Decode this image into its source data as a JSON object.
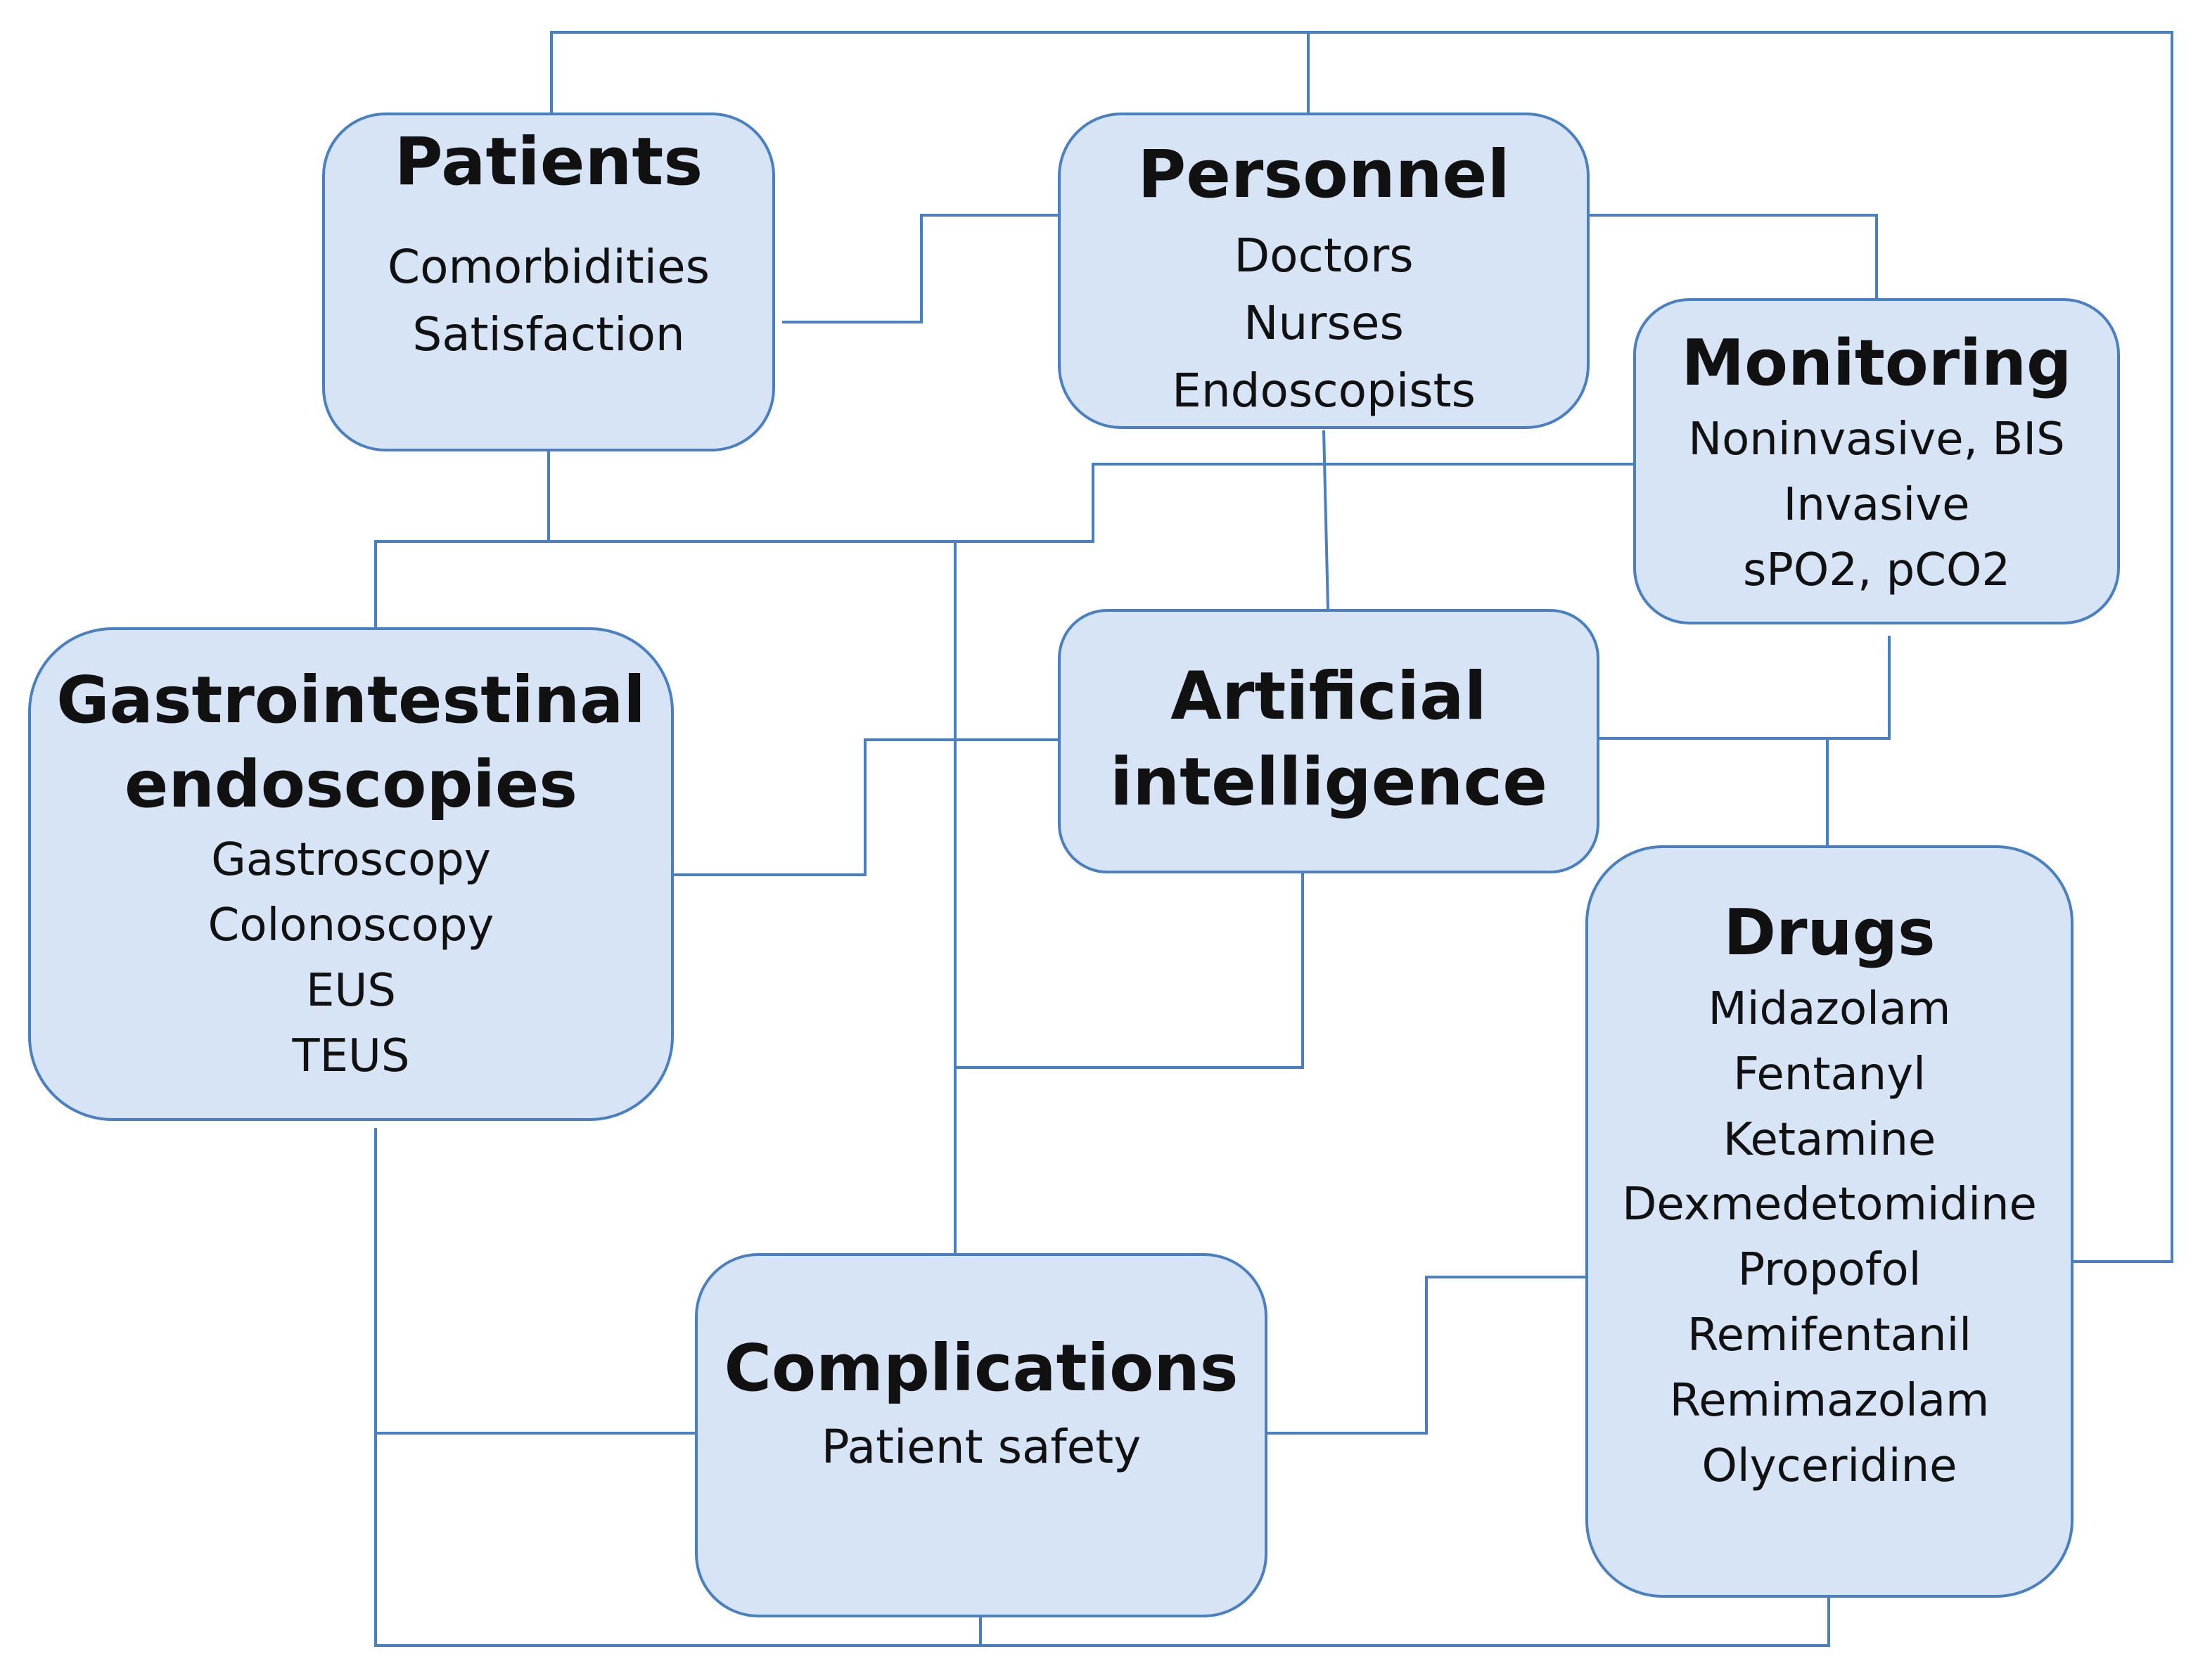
{
  "colors": {
    "node_fill": "#d6e4f5",
    "node_border": "#4a7fc0",
    "connector": "#4a7fc0"
  },
  "nodes": {
    "patients": {
      "title": "Patients",
      "items": [
        "Comorbidities",
        "Satisfaction"
      ]
    },
    "personnel": {
      "title": "Personnel",
      "items": [
        "Doctors",
        "Nurses",
        "Endoscopists"
      ]
    },
    "monitoring": {
      "title": "Monitoring",
      "items": [
        "Noninvasive, BIS",
        "Invasive",
        "sPO2, pCO2"
      ]
    },
    "endoscopies": {
      "title_lines": [
        "Gastrointestinal",
        "endoscopies"
      ],
      "items": [
        "Gastroscopy",
        "Colonoscopy",
        "EUS",
        "TEUS"
      ]
    },
    "ai": {
      "title_lines": [
        "Artificial",
        "intelligence"
      ]
    },
    "drugs": {
      "title": "Drugs",
      "items": [
        "Midazolam",
        "Fentanyl",
        "Ketamine",
        "Dexmedetomidine",
        "Propofol",
        "Remifentanil",
        "Remimazolam",
        "Olyceridine"
      ]
    },
    "complications": {
      "title": "Complications",
      "items": [
        "Patient safety"
      ]
    }
  }
}
